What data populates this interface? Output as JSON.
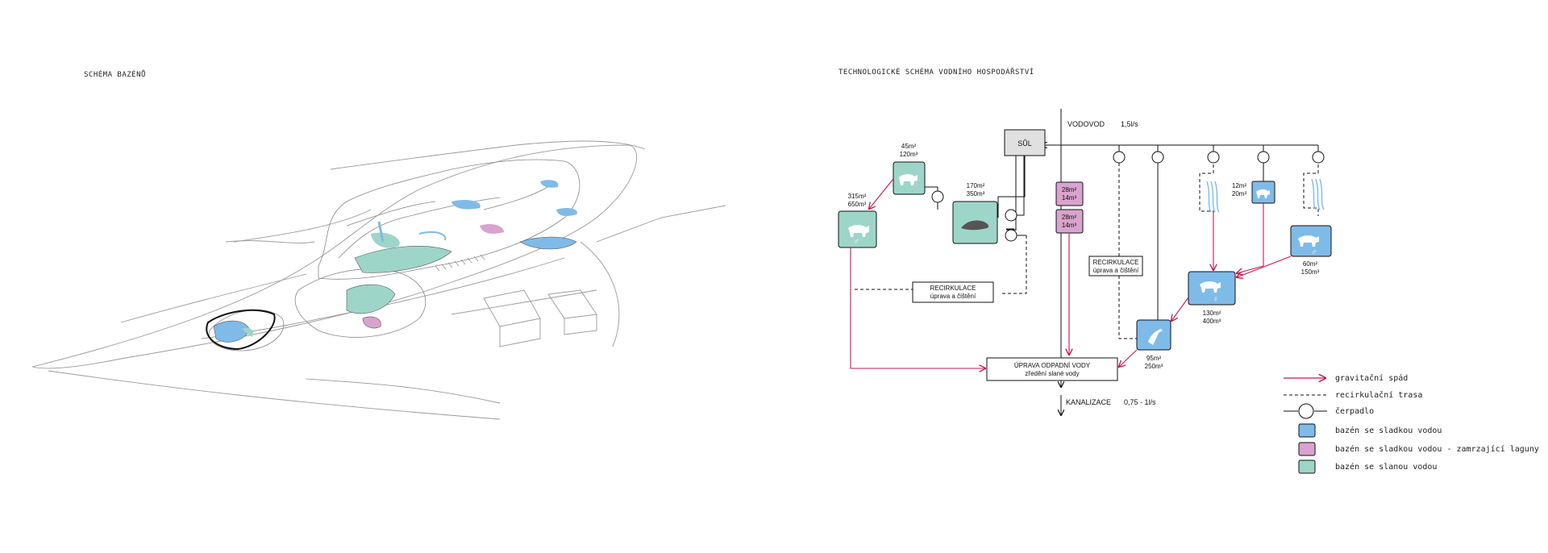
{
  "left_title": "SCHÉMA BAZÉNŮ",
  "right_title": "TECHNOLOGICKÉ SCHÉMA VODNÍHO HOSPODÁŘSTVÍ",
  "colors": {
    "freshwater": "#7fbbe9",
    "freshwater_lagoon": "#d9a3cf",
    "saltwater": "#9dd6c9",
    "gravity": "#c8174f",
    "line": "#111111"
  },
  "diagram": {
    "vodovod": "VODOVOD",
    "vodovod_flow": "1,5l/s",
    "sul": "SŮL",
    "kanalizace": "KANALIZACE",
    "kanalizace_flow": "0,75 - 1l/s",
    "treatment_line1": "ÚPRAVA ODPADNÍ VODY",
    "treatment_line2": "zředění slané vody",
    "recirc_left_line1": "RECIRKULACE",
    "recirc_left_line2": "úprava a čištění",
    "recirc_right_line1": "RECIRKULACE",
    "recirc_right_line2": "úprava a čištění",
    "pools": {
      "p315": {
        "area": "315m²",
        "volume": "650m³",
        "icon": "polar-bear-icon",
        "mark": "♂"
      },
      "p45": {
        "area": "45m²",
        "volume": "120m³",
        "icon": "polar-bear-icon"
      },
      "p170": {
        "area": "170m²",
        "volume": "350m³",
        "icon": "seal-icon"
      },
      "lagoon_a": {
        "area": "28m²",
        "volume": "14m³"
      },
      "lagoon_b": {
        "area": "28m²",
        "volume": "14m³"
      },
      "p12": {
        "area": "12m²",
        "volume": "20m³",
        "icon": "polar-bear-icon"
      },
      "p60": {
        "area": "60m²",
        "volume": "150m³",
        "icon": "polar-bear-icon",
        "mark": "♂"
      },
      "p130": {
        "area": "130m²",
        "volume": "400m³",
        "icon": "polar-bear-icon",
        "mark": "♀"
      },
      "p95": {
        "area": "95m²",
        "volume": "250m³",
        "icon": "bird-icon"
      }
    }
  },
  "legend": [
    {
      "label": "gravitační spád",
      "type": "arrow"
    },
    {
      "label": "recirkulační trasa",
      "type": "dashed"
    },
    {
      "label": "čerpadlo",
      "type": "pump"
    },
    {
      "label": "bazén se sladkou vodou",
      "type": "freshwater"
    },
    {
      "label": "bazén se sladkou vodou - zamrzající laguny",
      "type": "lagoon"
    },
    {
      "label": "bazén se slanou vodou",
      "type": "saltwater"
    }
  ]
}
